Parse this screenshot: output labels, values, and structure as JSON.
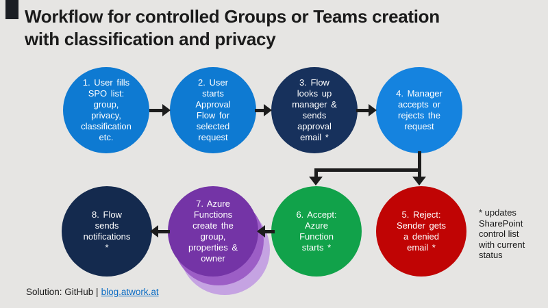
{
  "slide": {
    "title": "Workflow for controlled Groups or Teams creation\nwith classification and privacy",
    "background": "#e6e5e3"
  },
  "steps": [
    {
      "id": 1,
      "label": "1. User fills\nSPO list:\ngroup,\nprivacy,\nclassification\netc.",
      "color": "#0e7ad2"
    },
    {
      "id": 2,
      "label": "2. User\nstarts\nApproval\nFlow for\nselected\nrequest",
      "color": "#0e7ad2"
    },
    {
      "id": 3,
      "label": "3. Flow\nlooks up\nmanager &\nsends\napproval\nemail *",
      "color": "#17315c"
    },
    {
      "id": 4,
      "label": "4. Manager\naccepts or\nrejects the\nrequest",
      "color": "#1583df"
    },
    {
      "id": 5,
      "label": "5. Reject:\nSender gets\na denied\nemail *",
      "color": "#c00404"
    },
    {
      "id": 6,
      "label": "6. Accept:\nAzure\nFunction\nstarts *",
      "color": "#11a24a"
    },
    {
      "id": 7,
      "label": "7. Azure\nFunctions\ncreate the\ngroup,\nproperties &\nowner",
      "color": "#7434a6",
      "stack_mid_color": "#9c5ec6",
      "stack_light_color": "#c5a3e2"
    },
    {
      "id": 8,
      "label": "8. Flow\nsends\nnotifications\n*",
      "color": "#142a4e"
    }
  ],
  "footnote": "* updates\nSharePoint\ncontrol list\nwith current\nstatus",
  "footer": {
    "prefix": "Solution: GitHub |",
    "link": "blog.atwork.at"
  },
  "colors": {
    "arrow": "#1c1c1c",
    "title_text": "#1b1b1b",
    "link": "#0b6cc4",
    "corner_accent": "#1b1e24"
  }
}
